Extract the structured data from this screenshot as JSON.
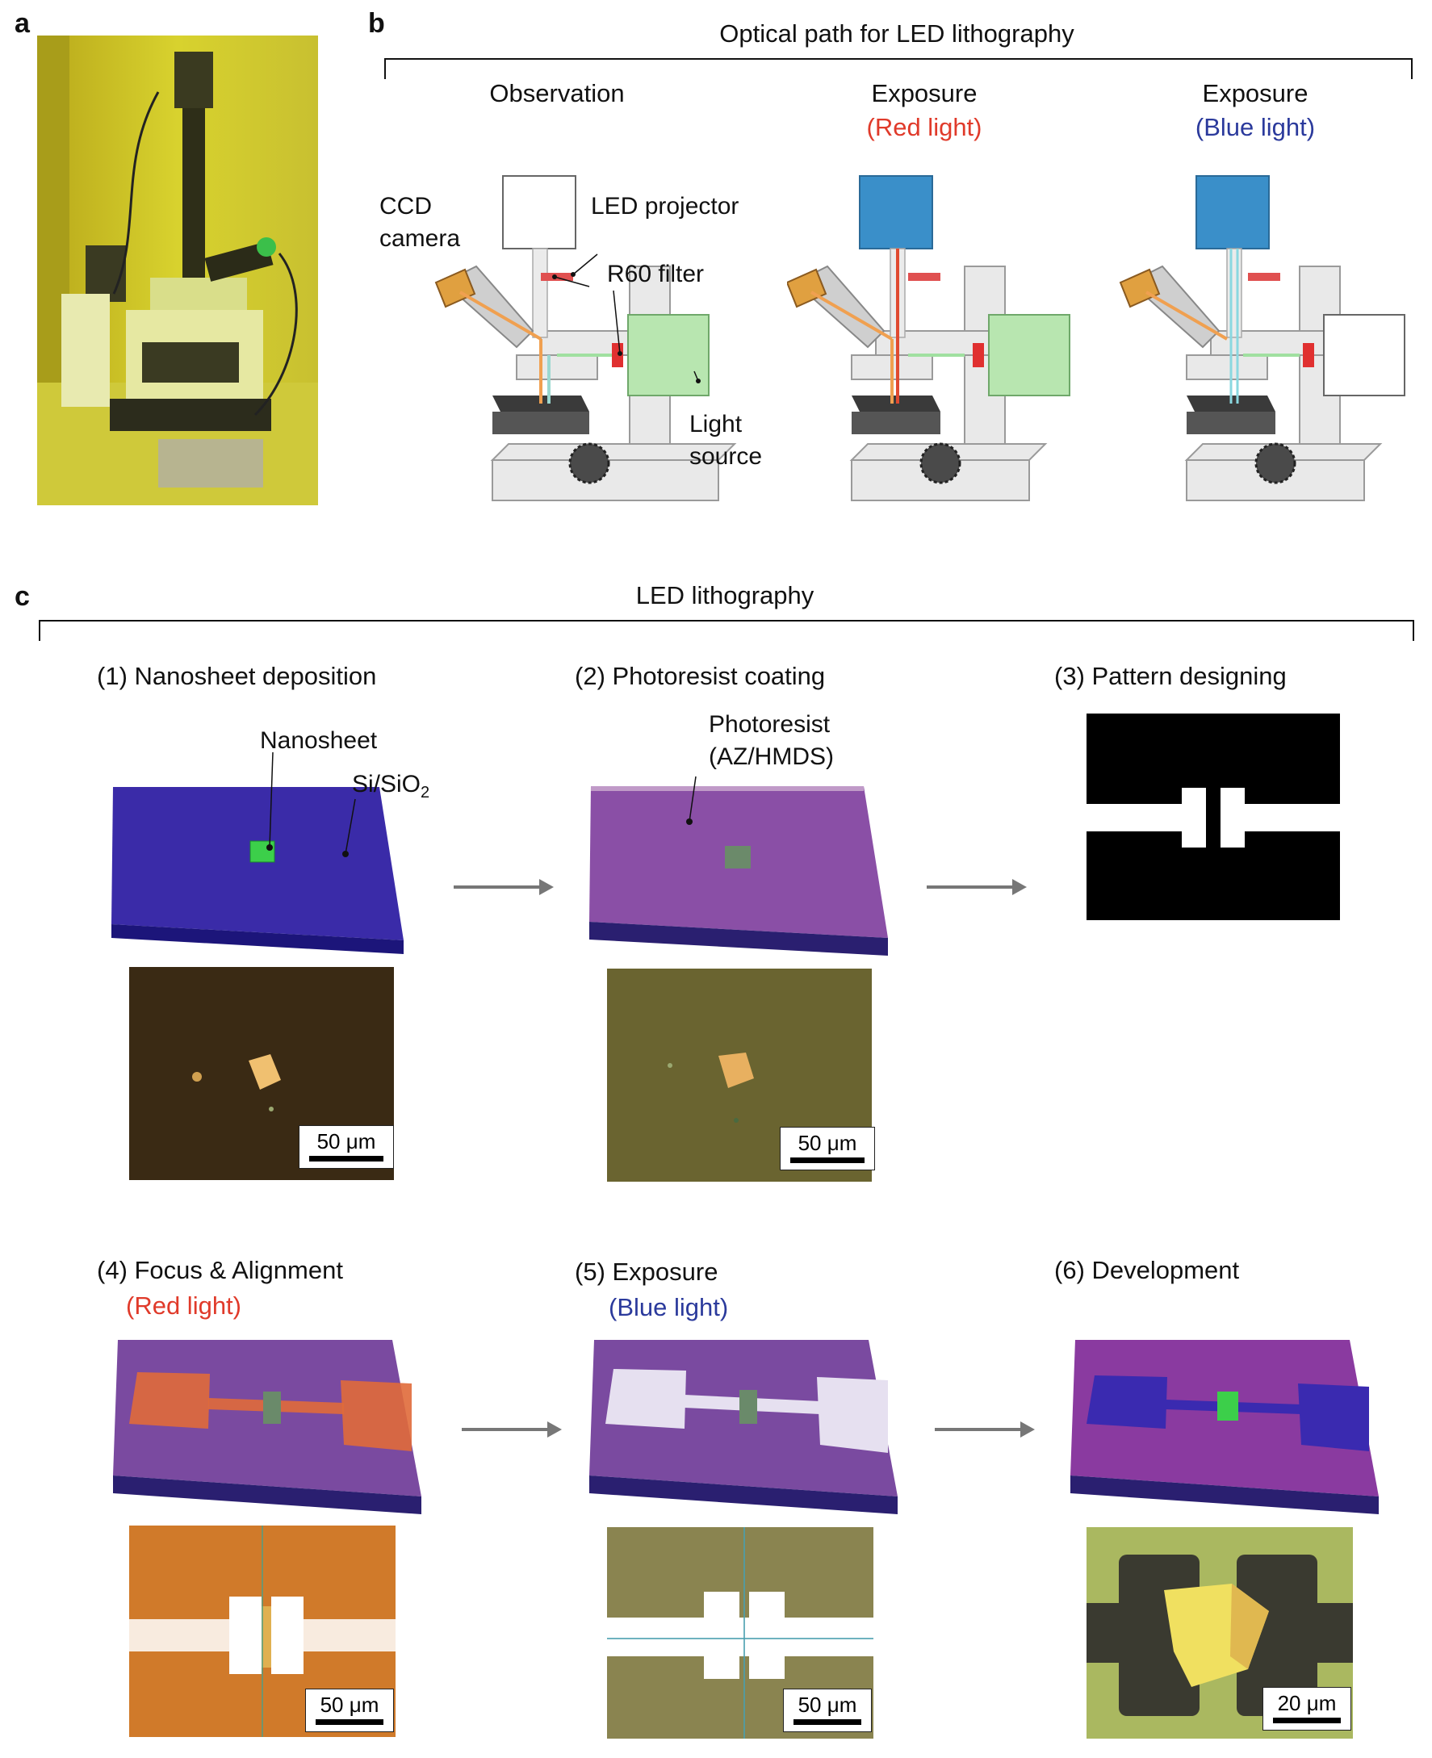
{
  "panels": {
    "a": {
      "letter": "a"
    },
    "b": {
      "letter": "b",
      "title": "Optical path for LED lithography",
      "columns": [
        {
          "heading": "Observation",
          "subheading": ""
        },
        {
          "heading": "Exposure",
          "subheading": "(Red light)"
        },
        {
          "heading": "Exposure",
          "subheading": "(Blue light)"
        }
      ],
      "labels": {
        "ccd_line1": "CCD",
        "ccd_line2": "camera",
        "led_projector": "LED projector",
        "r60_filter": "R60 filter",
        "light_line1": "Light",
        "light_line2": "source"
      }
    },
    "c": {
      "letter": "c",
      "title": "LED lithography",
      "steps": [
        {
          "title": "(1) Nanosheet deposition",
          "subtitle": ""
        },
        {
          "title": "(2) Photoresist coating",
          "subtitle": ""
        },
        {
          "title": "(3) Pattern designing",
          "subtitle": ""
        },
        {
          "title": "(4) Focus & Alignment",
          "subtitle": "(Red light)"
        },
        {
          "title": "(5) Exposure",
          "subtitle": "(Blue light)"
        },
        {
          "title": "(6) Development",
          "subtitle": ""
        }
      ],
      "labels": {
        "nanosheet": "Nanosheet",
        "sio2_prefix": "Si/SiO",
        "sio2_sub": "2",
        "photoresist_line1": "Photoresist",
        "photoresist_line2": "(AZ/HMDS)"
      },
      "scalebars": [
        "50 μm",
        "50 μm",
        "50 μm",
        "50 μm",
        "20 μm"
      ]
    }
  },
  "colors": {
    "red_text": "#e03a2a",
    "blue_text": "#2b3a9c",
    "arrow": "#777777",
    "led_blue": "#3a8fc9",
    "light_green": "#b8e6b0",
    "substrate_blue": "#2a1f9a",
    "photoresist_purple": "#8a4fa6",
    "pattern_black": "#000000"
  }
}
